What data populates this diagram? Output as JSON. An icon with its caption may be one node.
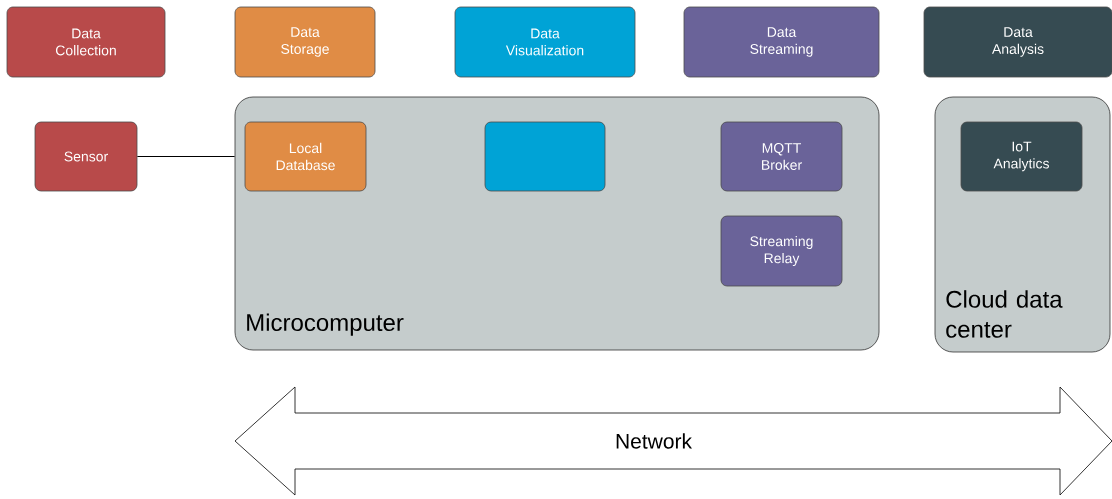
{
  "diagram": {
    "nodes": [
      {
        "text": [
          "Data Collection"
        ]
      },
      {
        "text": [
          "Data Storage"
        ]
      },
      {
        "text": [
          "Data Visualization"
        ]
      },
      {
        "text": [
          "Data Streaming"
        ]
      },
      {
        "text": [
          "Data Analysis"
        ]
      },
      {
        "text": [
          "Sensor"
        ]
      },
      {
        "text": [
          "Microcomputer"
        ]
      },
      {
        "text": [
          "Local Database"
        ],
        "in": 6
      },
      {
        "text": [],
        "shape": "box",
        "in": 6
      },
      {
        "text": [
          "MQTT Broker"
        ],
        "in": 6
      },
      {
        "text": [
          "Streaming Relay"
        ],
        "in": 6
      },
      {
        "text": [
          "Cloud data center"
        ]
      },
      {
        "text": [
          "IoT Analytics"
        ],
        "in": 11
      },
      {
        "text": [
          "Network"
        ]
      }
    ],
    "edges": [
      {
        "from": 5,
        "to": 6,
        "arrow": "none"
      }
    ]
  }
}
